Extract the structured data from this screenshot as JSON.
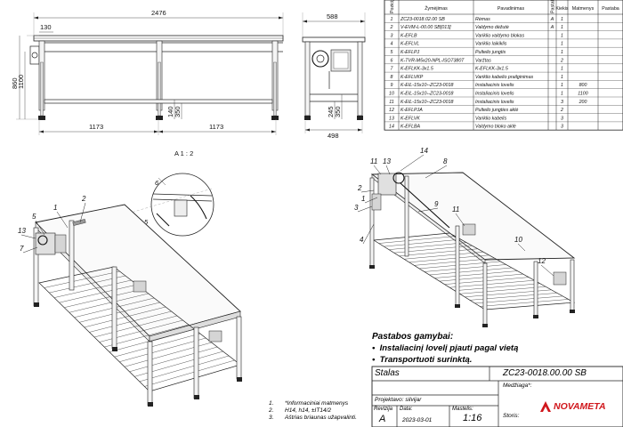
{
  "views": {
    "front": {
      "overall_width": "2476",
      "height_total": "860",
      "height_upper": "1100",
      "offset_left": "130",
      "span_left": "1173",
      "span_right": "1173",
      "shelf_h1": "140",
      "shelf_h2": "350"
    },
    "side": {
      "depth_top": "588",
      "depth_bottom": "498",
      "shelf_h1": "245",
      "shelf_h2": "350"
    },
    "detail": {
      "title": "A 1 : 2",
      "callout_6": "6",
      "callout_5": "5"
    }
  },
  "bom": {
    "headers": [
      "Pozicija",
      "Žymėjimas",
      "Pavadinimas",
      "Pastaba",
      "Kiekis",
      "Matmenys",
      "Pastaba"
    ],
    "rows": [
      {
        "pos": "1",
        "code": "ZC23-0018.02.00 SB",
        "name": "Rėmas",
        "note": "A",
        "qty": "1",
        "dim": ""
      },
      {
        "pos": "2",
        "code": "V-EVM-L-00.00 SB[013]",
        "name": "Valdymo dėžutė",
        "note": "A",
        "qty": "1",
        "dim": ""
      },
      {
        "pos": "3",
        "code": "K-EFLB",
        "name": "Variklio valdymo blokas",
        "note": "",
        "qty": "1",
        "dim": ""
      },
      {
        "pos": "4",
        "code": "K-EFLVL",
        "name": "Variklio laikiklis",
        "note": "",
        "qty": "1",
        "dim": ""
      },
      {
        "pos": "5",
        "code": "K-EFLPJ",
        "name": "Pulteilo jungtis",
        "note": "",
        "qty": "1",
        "dim": ""
      },
      {
        "pos": "6",
        "code": "K-TVR-M5x20-NPL-ISO7380T",
        "name": "Varžtas",
        "note": "",
        "qty": "2",
        "dim": ""
      },
      {
        "pos": "7",
        "code": "K-EFLKK-3x1.5",
        "name": "K-EFLKK-3x1.5",
        "note": "",
        "qty": "1",
        "dim": ""
      },
      {
        "pos": "8",
        "code": "K-EFLVKP",
        "name": "Variklio kabelio prailginimas",
        "note": "",
        "qty": "1",
        "dim": ""
      },
      {
        "pos": "9",
        "code": "K-EIL-15x10--ZC23-0018",
        "name": "Instaliacinis lovelis",
        "note": "",
        "qty": "1",
        "dim": "800"
      },
      {
        "pos": "10",
        "code": "K-EIL-15x10--ZC23-0018",
        "name": "Instaliacinis lovelis",
        "note": "",
        "qty": "1",
        "dim": "1100"
      },
      {
        "pos": "11",
        "code": "K-EIL-15x10--ZC23-0018",
        "name": "Instaliacinis lovelis",
        "note": "",
        "qty": "3",
        "dim": "200"
      },
      {
        "pos": "12",
        "code": "K-EFLPJA",
        "name": "Pulteilo jungties aklė",
        "note": "",
        "qty": "2",
        "dim": ""
      },
      {
        "pos": "13",
        "code": "K-EFLVK",
        "name": "Variklio kabelis",
        "note": "",
        "qty": "3",
        "dim": ""
      },
      {
        "pos": "14",
        "code": "K-EFLBA",
        "name": "Valdymo bloko aklė",
        "note": "",
        "qty": "3",
        "dim": ""
      }
    ]
  },
  "callouts_left": [
    "13",
    "5",
    "1",
    "2",
    "7"
  ],
  "callouts_right": [
    "11",
    "13",
    "14",
    "8",
    "2",
    "1",
    "3",
    "9",
    "4",
    "11",
    "10",
    "12"
  ],
  "notes": {
    "heading": "Pastabos gamybai:",
    "items": [
      "Instaliacinį lovelį pjauti pagal vietą",
      "Transportuoti surinktą."
    ]
  },
  "general_notes": [
    {
      "n": "1.",
      "text": "*Informaciniai matmenys"
    },
    {
      "n": "2.",
      "text": "H14, h14, ±IT14/2"
    },
    {
      "n": "3.",
      "text": "Aštrias briaunas užapvalinti."
    }
  ],
  "title_block": {
    "name": "Stalas",
    "number": "ZC23-0018.00.00 SB",
    "designer_label": "Projektavo:",
    "designer": "silvijar",
    "revision_label": "Revizija",
    "revision": "A",
    "date_label": "Data:",
    "date": "2023-03-01",
    "scale_label": "Mastelis:",
    "scale": "1:16",
    "material_label": "Medžiaga*:",
    "sheets_label": "Storis:",
    "company": "NOVAMETA"
  }
}
